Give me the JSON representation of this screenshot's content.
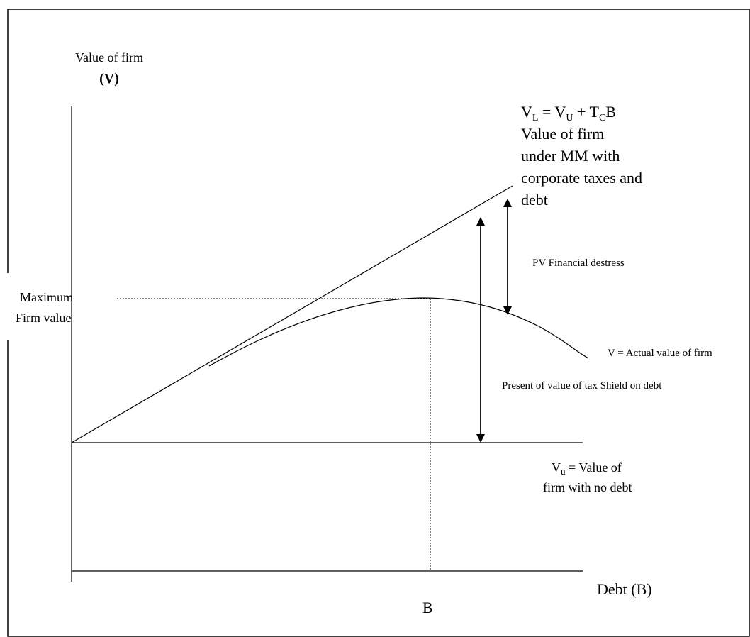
{
  "y_axis": {
    "label_line1": "Value of firm",
    "label_line2": "(V)"
  },
  "x_axis": {
    "label": "Debt (B)",
    "optimal_marker": "B"
  },
  "max_value": {
    "line1": "Maximum",
    "line2": "Firm value"
  },
  "vl_label": {
    "v": "V",
    "l_sub": "L",
    "eq": " = V",
    "u_sub": "U",
    "plus": " + T",
    "c_sub": "C",
    "b": "B",
    "desc_lines": [
      "Value of firm",
      "under MM with",
      "corporate taxes and",
      "debt"
    ]
  },
  "distress_label": "PV Financial destress",
  "actual_label": "V = Actual value of firm",
  "tax_shield_label": "Present of value of tax Shield on debt",
  "vu_label": {
    "v": "V",
    "u_sub": "u",
    "rest": " = Value of",
    "line2": "firm with no debt"
  }
}
